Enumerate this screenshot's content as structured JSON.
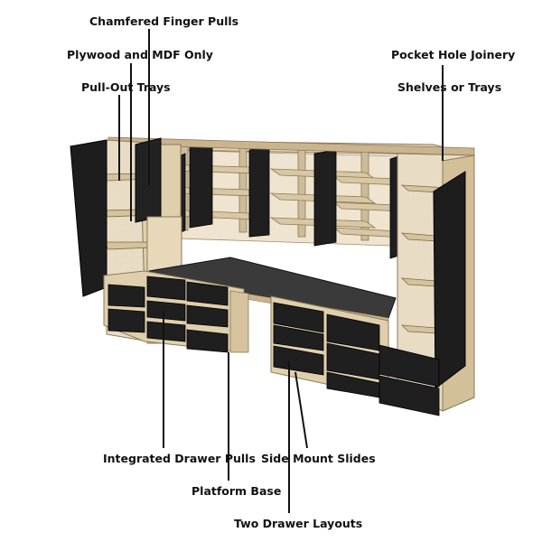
{
  "diagram": {
    "labels": {
      "chamfered_finger_pulls": "Chamfered Finger Pulls",
      "plywood_mdf_only": "Plywood and MDF Only",
      "pull_out_trays": "Pull-Out Trays",
      "pocket_hole_joinery": "Pocket Hole Joinery",
      "shelves_or_trays": "Shelves or Trays",
      "integrated_drawer_pulls": "Integrated Drawer Pulls",
      "side_mount_slides": "Side Mount Slides",
      "platform_base": "Platform Base",
      "two_drawer_layouts": "Two Drawer Layouts"
    },
    "colors": {
      "plywood": "#e9dcc4",
      "plywood_shade": "#cdbb99",
      "plywood_dark": "#b8a27c",
      "doors": "#1f1f1f",
      "desktop": "#3a3a3a",
      "leader_lines": "#111111",
      "label_text": "#111111"
    }
  }
}
